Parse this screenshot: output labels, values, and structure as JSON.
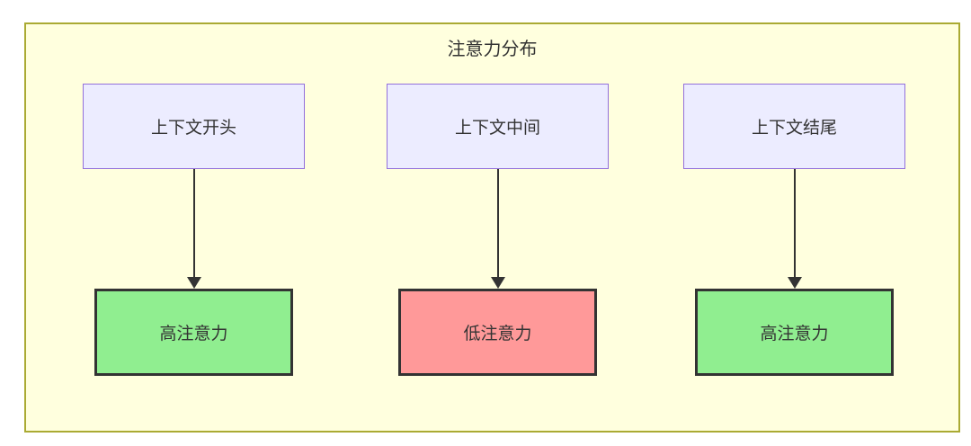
{
  "diagram": {
    "title": "注意力分布",
    "columns": [
      {
        "source": "上下文开头",
        "target": "高注意力",
        "level": "high"
      },
      {
        "source": "上下文中间",
        "target": "低注意力",
        "level": "low"
      },
      {
        "source": "上下文结尾",
        "target": "高注意力",
        "level": "high"
      }
    ],
    "colors": {
      "container_bg": "#ffffde",
      "container_border": "#aaaa33",
      "source_bg": "#ECECFF",
      "source_border": "#9370DB",
      "high_bg": "#90EE90",
      "low_bg": "#FF9999",
      "node_border": "#333333",
      "arrow": "#333333",
      "text": "#333333"
    }
  }
}
